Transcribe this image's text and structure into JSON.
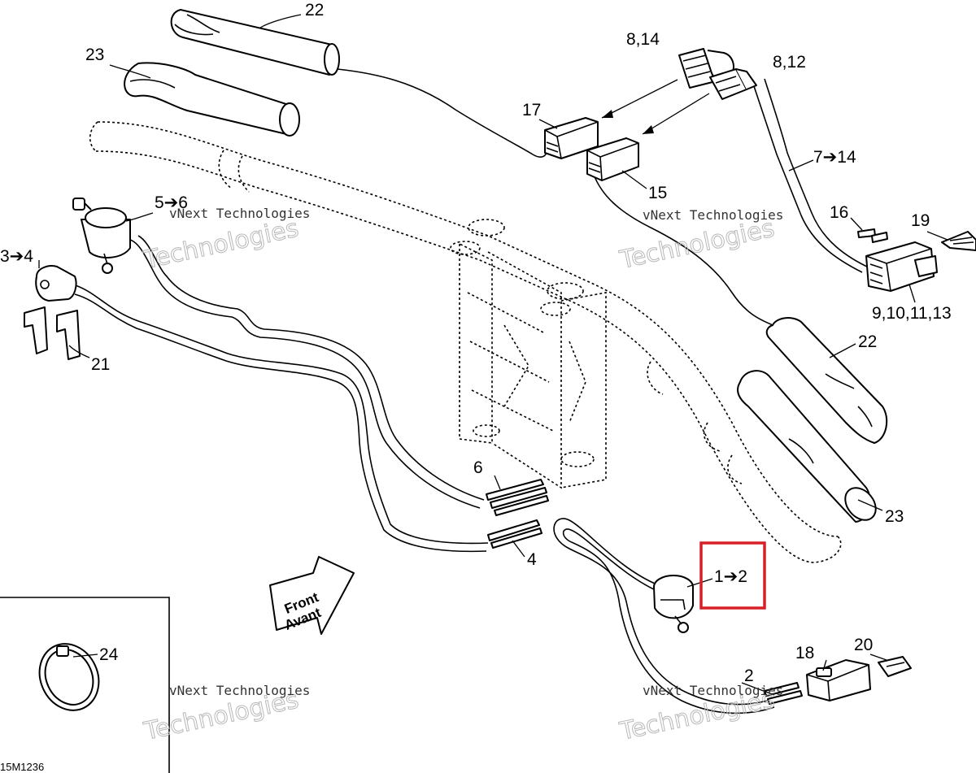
{
  "labels": {
    "l22_top": "22",
    "l23_top": "23",
    "l8_14": "8,14",
    "l8_12": "8,12",
    "l17": "17",
    "l15": "15",
    "l7_14": "7➔14",
    "l16": "16",
    "l19": "19",
    "l9_13": "9,10,11,13",
    "l22_right": "22",
    "l23_right": "23",
    "l5_6": "5➔6",
    "l3_4": "3➔4",
    "l21": "21",
    "l6": "6",
    "l4": "4",
    "l1_2": "1➔2",
    "l2": "2",
    "l18": "18",
    "l20": "20",
    "l24": "24"
  },
  "front_arrow": {
    "line1": "Front",
    "line2": "Avant"
  },
  "watermark": {
    "line1": "vNext Technologies",
    "line2": "Technologies"
  },
  "figure_code": "15M1236",
  "colors": {
    "highlight": "#d62027",
    "line": "#000000",
    "watermark": "#b8b8b8"
  }
}
